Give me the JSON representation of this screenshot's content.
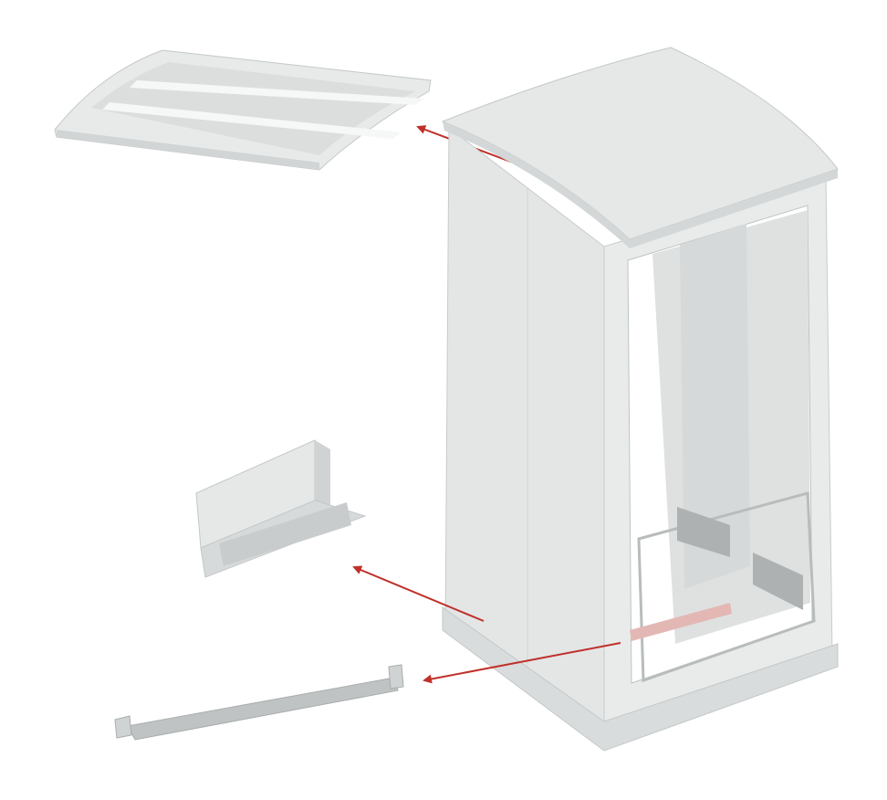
{
  "colors": {
    "background": "#ffffff",
    "panel_light": "#eef0f0",
    "panel_mid": "#e2e4e4",
    "panel_dark": "#c9cccc",
    "edge": "#b8bcbc",
    "accent_arrow": "#c0302a",
    "rail_pink": "#e3b8b4"
  },
  "parts": [
    "roof-panel",
    "cabinet",
    "plinth-cover",
    "mounting-rail"
  ]
}
